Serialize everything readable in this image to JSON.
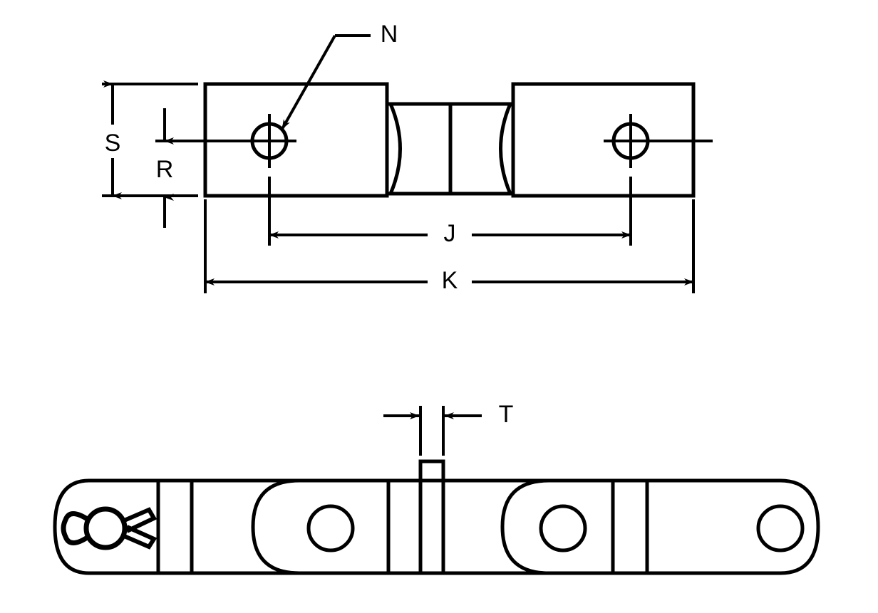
{
  "drawing": {
    "title": "Chain Link Dimensional Drawing",
    "type": "engineering-line-drawing",
    "background_color": "#ffffff",
    "line_color": "#000000",
    "views": [
      {
        "name": "top-view",
        "description": "Plan view of chain link showing side plates with pin holes and center link section"
      },
      {
        "name": "side-view",
        "description": "Elevation view of chain strand showing link plates, pin holes, cotter pin and attachment lug"
      }
    ],
    "dimension_labels": [
      {
        "id": "N",
        "text": "N",
        "meaning": "pin hole diameter",
        "view": "top-view"
      },
      {
        "id": "S",
        "text": "S",
        "meaning": "overall plate width",
        "view": "top-view"
      },
      {
        "id": "R",
        "text": "R",
        "meaning": "half plate width from centerline",
        "view": "top-view"
      },
      {
        "id": "J",
        "text": "J",
        "meaning": "hole center to hole center distance",
        "view": "top-view"
      },
      {
        "id": "K",
        "text": "K",
        "meaning": "overall plate length",
        "view": "top-view"
      },
      {
        "id": "T",
        "text": "T",
        "meaning": "lug thickness",
        "view": "side-view"
      }
    ],
    "label_text": {
      "N": "N",
      "S": "S",
      "R": "R",
      "J": "J",
      "K": "K",
      "T": "T"
    },
    "features": {
      "top_view_holes": 2,
      "side_view_holes": 3,
      "cotter_pin": "cotter-pin-detail",
      "center_lug": "attachment-lug"
    }
  }
}
